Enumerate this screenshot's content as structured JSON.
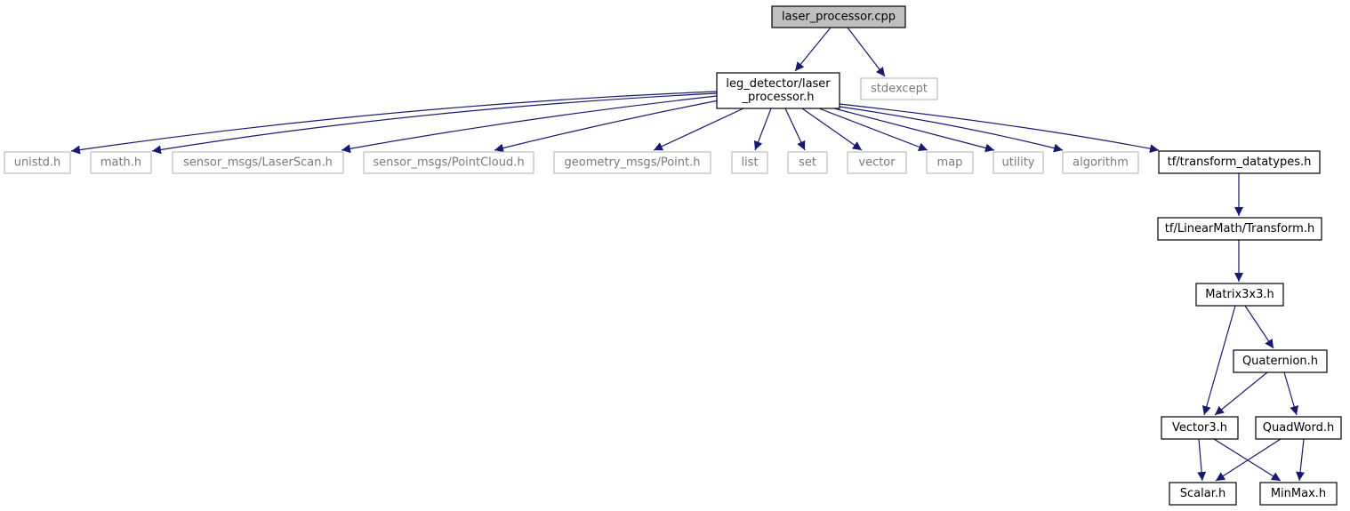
{
  "colors": {
    "edge": "#191970",
    "root_fill": "#bfbfbf",
    "root_border": "#000000",
    "node_border": "#000000",
    "external_border": "#bfbfbf",
    "external_text": "#7a7a7a"
  },
  "nodes": [
    {
      "id": "laser_processor_cpp",
      "kind": "root",
      "lines": [
        "laser_processor.cpp"
      ]
    },
    {
      "id": "laser_processor_h",
      "kind": "file",
      "lines": [
        "leg_detector/laser",
        "_processor.h"
      ]
    },
    {
      "id": "stdexcept",
      "kind": "external",
      "lines": [
        "stdexcept"
      ]
    },
    {
      "id": "unistd_h",
      "kind": "external",
      "lines": [
        "unistd.h"
      ]
    },
    {
      "id": "math_h",
      "kind": "external",
      "lines": [
        "math.h"
      ]
    },
    {
      "id": "laserscan_h",
      "kind": "external",
      "lines": [
        "sensor_msgs/LaserScan.h"
      ]
    },
    {
      "id": "pointcloud_h",
      "kind": "external",
      "lines": [
        "sensor_msgs/PointCloud.h"
      ]
    },
    {
      "id": "point_h",
      "kind": "external",
      "lines": [
        "geometry_msgs/Point.h"
      ]
    },
    {
      "id": "list",
      "kind": "external",
      "lines": [
        "list"
      ]
    },
    {
      "id": "set",
      "kind": "external",
      "lines": [
        "set"
      ]
    },
    {
      "id": "vector",
      "kind": "external",
      "lines": [
        "vector"
      ]
    },
    {
      "id": "map",
      "kind": "external",
      "lines": [
        "map"
      ]
    },
    {
      "id": "utility",
      "kind": "external",
      "lines": [
        "utility"
      ]
    },
    {
      "id": "algorithm",
      "kind": "external",
      "lines": [
        "algorithm"
      ]
    },
    {
      "id": "transform_datatypes_h",
      "kind": "file",
      "lines": [
        "tf/transform_datatypes.h"
      ]
    },
    {
      "id": "transform_h",
      "kind": "file",
      "lines": [
        "tf/LinearMath/Transform.h"
      ]
    },
    {
      "id": "matrix3x3_h",
      "kind": "file",
      "lines": [
        "Matrix3x3.h"
      ]
    },
    {
      "id": "quaternion_h",
      "kind": "file",
      "lines": [
        "Quaternion.h"
      ]
    },
    {
      "id": "vector3_h",
      "kind": "file",
      "lines": [
        "Vector3.h"
      ]
    },
    {
      "id": "quadword_h",
      "kind": "file",
      "lines": [
        "QuadWord.h"
      ]
    },
    {
      "id": "scalar_h",
      "kind": "file",
      "lines": [
        "Scalar.h"
      ]
    },
    {
      "id": "minmax_h",
      "kind": "file",
      "lines": [
        "MinMax.h"
      ]
    }
  ],
  "edges": [
    {
      "from": "laser_processor_cpp",
      "to": "laser_processor_h"
    },
    {
      "from": "laser_processor_cpp",
      "to": "stdexcept"
    },
    {
      "from": "laser_processor_h",
      "to": "unistd_h"
    },
    {
      "from": "laser_processor_h",
      "to": "math_h"
    },
    {
      "from": "laser_processor_h",
      "to": "laserscan_h"
    },
    {
      "from": "laser_processor_h",
      "to": "pointcloud_h"
    },
    {
      "from": "laser_processor_h",
      "to": "point_h"
    },
    {
      "from": "laser_processor_h",
      "to": "list"
    },
    {
      "from": "laser_processor_h",
      "to": "set"
    },
    {
      "from": "laser_processor_h",
      "to": "vector"
    },
    {
      "from": "laser_processor_h",
      "to": "map"
    },
    {
      "from": "laser_processor_h",
      "to": "utility"
    },
    {
      "from": "laser_processor_h",
      "to": "algorithm"
    },
    {
      "from": "laser_processor_h",
      "to": "transform_datatypes_h"
    },
    {
      "from": "transform_datatypes_h",
      "to": "transform_h"
    },
    {
      "from": "transform_h",
      "to": "matrix3x3_h"
    },
    {
      "from": "matrix3x3_h",
      "to": "quaternion_h"
    },
    {
      "from": "matrix3x3_h",
      "to": "vector3_h"
    },
    {
      "from": "quaternion_h",
      "to": "vector3_h"
    },
    {
      "from": "quaternion_h",
      "to": "quadword_h"
    },
    {
      "from": "vector3_h",
      "to": "scalar_h"
    },
    {
      "from": "vector3_h",
      "to": "minmax_h"
    },
    {
      "from": "quadword_h",
      "to": "scalar_h"
    },
    {
      "from": "quadword_h",
      "to": "minmax_h"
    }
  ]
}
